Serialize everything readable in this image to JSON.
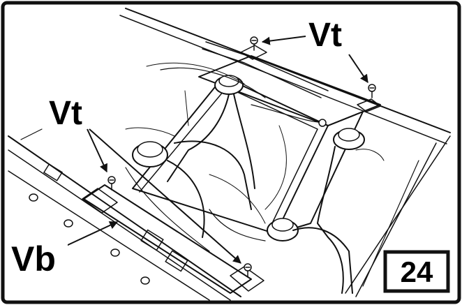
{
  "figure": {
    "number": "24",
    "labels": {
      "vt_top_right": "Vt",
      "vt_left": "Vt",
      "vb_bottom_left": "Vb"
    }
  },
  "colors": {
    "ink": "#111111",
    "paper": "#ffffff"
  }
}
